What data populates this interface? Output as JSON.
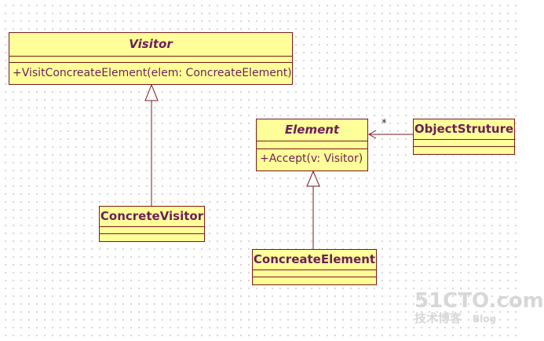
{
  "classes": {
    "visitor": {
      "name": "Visitor",
      "operation": "+VisitConcreateElement(elem: ConcreateElement)"
    },
    "concrete_visitor": {
      "name": "ConcreteVisitor"
    },
    "element": {
      "name": "Element",
      "operation": "+Accept(v: Visitor)"
    },
    "object_structure": {
      "name": "ObjectStruture"
    },
    "concrete_element": {
      "name": "ConcreateElement"
    }
  },
  "association": {
    "multiplicity": "*"
  },
  "watermark": {
    "site": "51CTO.com",
    "sub": "技术博客",
    "blog": "Blog"
  },
  "colors": {
    "class_fill": "#ffff99",
    "border": "#7a1a1a",
    "text": "#6b1f5a"
  }
}
